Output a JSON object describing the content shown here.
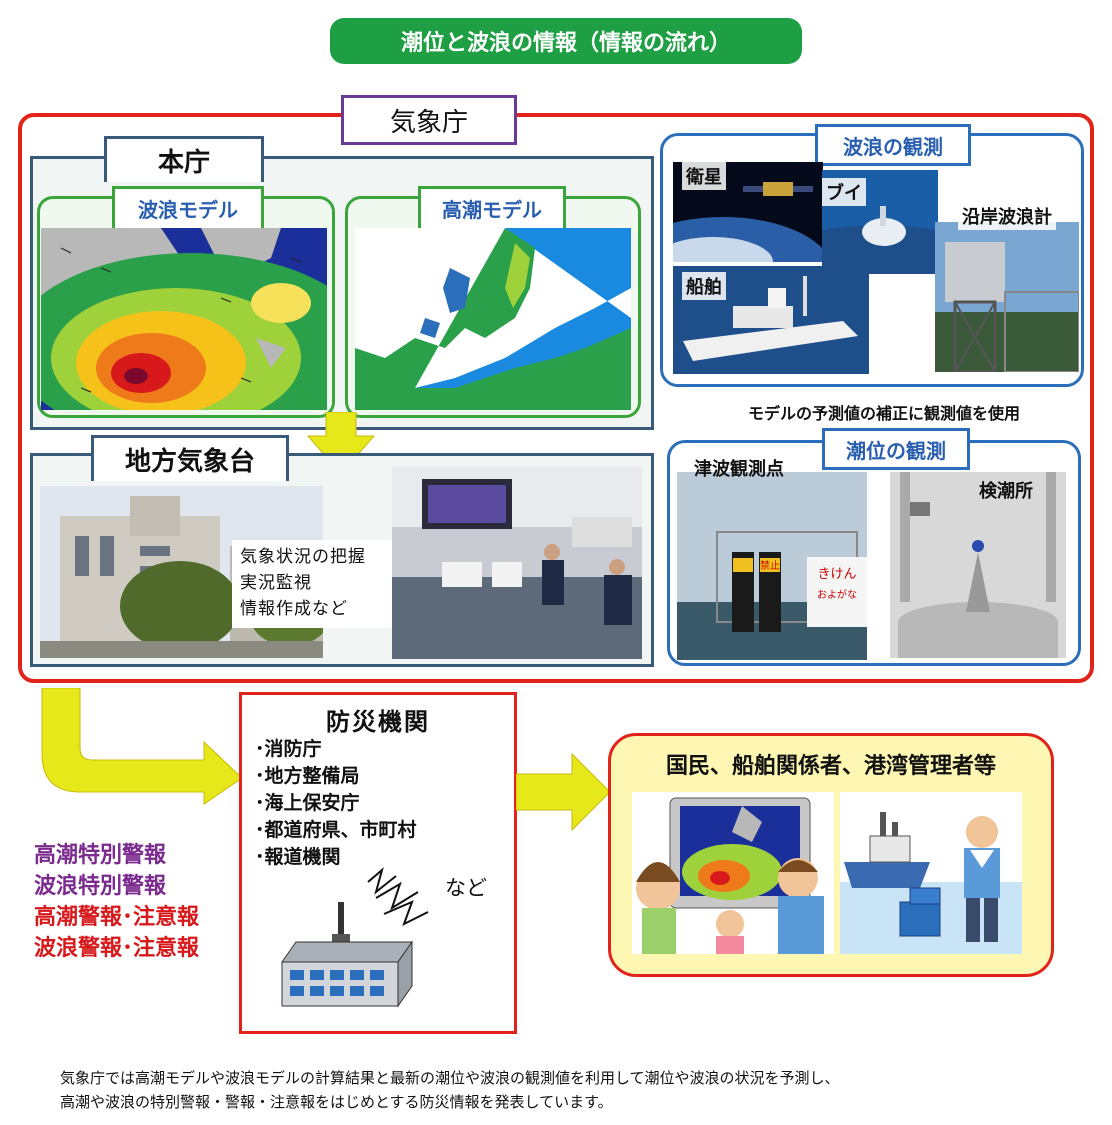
{
  "title": "潮位と波浪の情報（情報の流れ）",
  "jma": {
    "label": "気象庁",
    "hq": {
      "label": "本庁",
      "wave_model": "波浪モデル",
      "tide_model": "高潮モデル"
    },
    "regional": {
      "label": "地方気象台",
      "tasks": [
        "気象状況の把握",
        "実況監視",
        "情報作成など"
      ]
    },
    "wave_obs": {
      "label": "波浪の観測",
      "satellite": "衛星",
      "buoy": "ブイ",
      "coastal": "沿岸波浪計",
      "ship": "船舶"
    },
    "model_note": "モデルの予測値の補正に観測値を使用",
    "tide_obs": {
      "label": "潮位の観測",
      "tsunami_point": "津波観測点",
      "tide_station": "検潮所",
      "sign_text_1": "禁止",
      "sign_text_2": "きけん",
      "sign_text_3": "およがな"
    }
  },
  "bosai": {
    "title": "防災機関",
    "items": [
      "･消防庁",
      "･地方整備局",
      "･海上保安庁",
      "･都道府県、市町村",
      "･報道機関"
    ],
    "etc": "など"
  },
  "public": {
    "title": "国民、船舶関係者、港湾管理者等"
  },
  "warnings": [
    {
      "text": "高潮特別警報",
      "color": "#7b2a8e"
    },
    {
      "text": "波浪特別警報",
      "color": "#7b2a8e"
    },
    {
      "text": "高潮警報･注意報",
      "color": "#d7191c"
    },
    {
      "text": "波浪警報･注意報",
      "color": "#d7191c"
    }
  ],
  "footer": [
    "気象庁では高潮モデルや波浪モデルの計算結果と最新の潮位や波浪の観測値を利用して潮位や波浪の状況を予測し、",
    "高潮や波浪の特別警報・警報・注意報をはじめとする防災情報を発表しています。"
  ],
  "colors": {
    "title_green": "#1e9f43",
    "jma_red": "#e2231a",
    "hq_frame": "#3a5a7a",
    "model_green": "#3aa53a",
    "obs_blue": "#2a6ebc",
    "arrow_yellow": "#e6e81a",
    "label_purple": "#6b3a96",
    "public_fill": "#fdf7b3"
  }
}
